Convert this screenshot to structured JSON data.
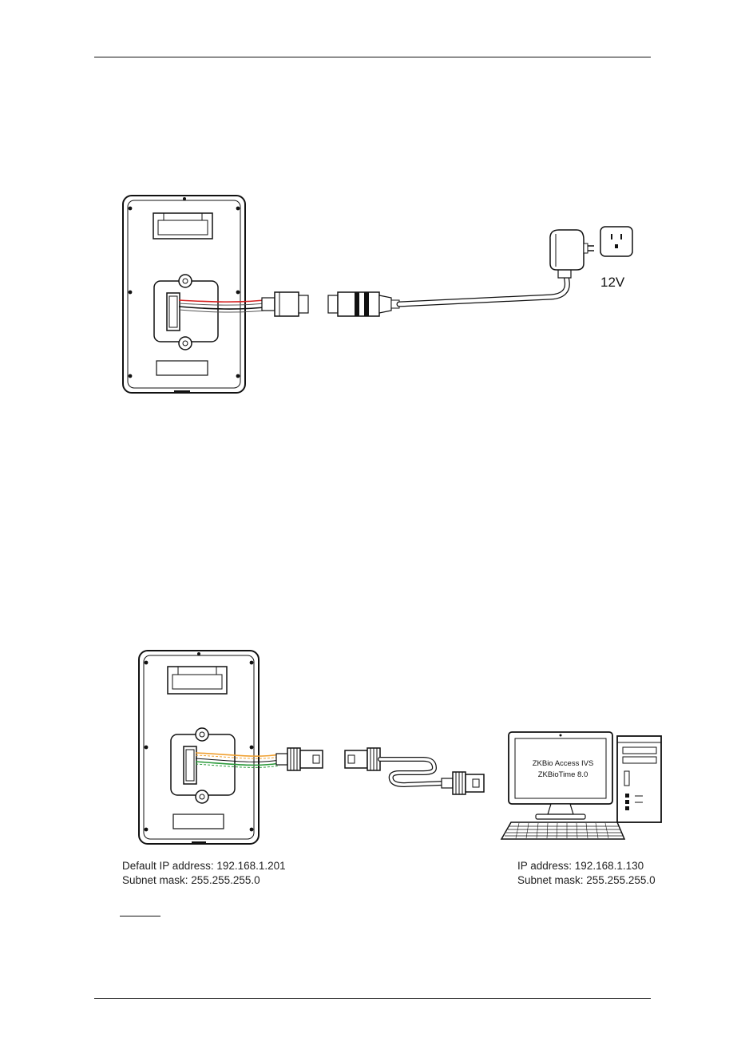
{
  "power": {
    "voltage": "12V"
  },
  "network": {
    "device": {
      "ip_line": "Default IP address: 192.168.1.201",
      "mask_line": "Subnet mask: 255.255.255.0"
    },
    "pc": {
      "ip_line": "IP  address:  192.168.1.130",
      "mask_line": "Subnet mask: 255.255.255.0",
      "software_1": "ZKBio Access IVS",
      "software_2": "ZKBioTime 8.0"
    }
  },
  "colors": {
    "red_wire": "#d62020",
    "orange_wire": "#f0a030",
    "green_wire": "#2a9a3a"
  }
}
